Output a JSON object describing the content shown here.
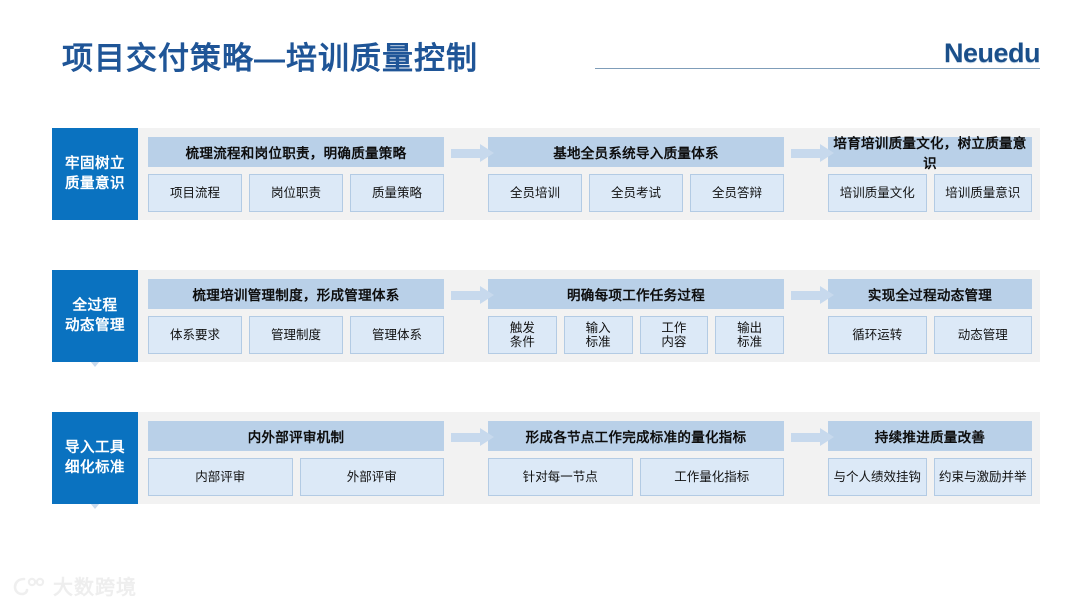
{
  "header": {
    "title": "项目交付策略—培训质量控制",
    "brand": "Neuedu"
  },
  "watermark": {
    "text": "大数跨境",
    "icon": "loop-logo-icon"
  },
  "colors": {
    "stage_blue": "#0a72c0",
    "group_header_blue": "#b9d0e8",
    "chip_blue": "#dce9f7",
    "chip_border": "#b3cbe4",
    "band_bg": "#f2f2f2",
    "title_blue": "#1f5597",
    "brand_blue": "#1a4f8a",
    "arrow_blue": "#c7d9ed"
  },
  "rows": [
    {
      "stage_line1": "牢固树立",
      "stage_line2": "质量意识",
      "groups": [
        {
          "header": "梳理流程和岗位职责，明确质量策略",
          "chips": [
            {
              "l1": "项目流程",
              "l2": ""
            },
            {
              "l1": "岗位职责",
              "l2": ""
            },
            {
              "l1": "质量策略",
              "l2": ""
            }
          ]
        },
        {
          "header": "基地全员系统导入质量体系",
          "chips": [
            {
              "l1": "全员培训",
              "l2": ""
            },
            {
              "l1": "全员考试",
              "l2": ""
            },
            {
              "l1": "全员答辩",
              "l2": ""
            }
          ]
        },
        {
          "header": "培育培训质量文化，树立质量意识",
          "chips": [
            {
              "l1": "培训质量文化",
              "l2": ""
            },
            {
              "l1": "培训质量意识",
              "l2": ""
            }
          ]
        }
      ]
    },
    {
      "stage_line1": "全过程",
      "stage_line2": "动态管理",
      "groups": [
        {
          "header": "梳理培训管理制度，形成管理体系",
          "chips": [
            {
              "l1": "体系要求",
              "l2": ""
            },
            {
              "l1": "管理制度",
              "l2": ""
            },
            {
              "l1": "管理体系",
              "l2": ""
            }
          ]
        },
        {
          "header": "明确每项工作任务过程",
          "chips": [
            {
              "l1": "触发",
              "l2": "条件"
            },
            {
              "l1": "输入",
              "l2": "标准"
            },
            {
              "l1": "工作",
              "l2": "内容"
            },
            {
              "l1": "输出",
              "l2": "标准"
            }
          ]
        },
        {
          "header": "实现全过程动态管理",
          "chips": [
            {
              "l1": "循环运转",
              "l2": ""
            },
            {
              "l1": "动态管理",
              "l2": ""
            }
          ]
        }
      ]
    },
    {
      "stage_line1": "导入工具",
      "stage_line2": "细化标准",
      "groups": [
        {
          "header": "内外部评审机制",
          "chips": [
            {
              "l1": "内部评审",
              "l2": ""
            },
            {
              "l1": "外部评审",
              "l2": ""
            }
          ]
        },
        {
          "header": "形成各节点工作完成标准的量化指标",
          "chips": [
            {
              "l1": "针对每一节点",
              "l2": ""
            },
            {
              "l1": "工作量化指标",
              "l2": ""
            }
          ]
        },
        {
          "header": "持续推进质量改善",
          "chips": [
            {
              "l1": "与个人绩效挂钩",
              "l2": ""
            },
            {
              "l1": "约束与激励并举",
              "l2": ""
            }
          ]
        }
      ]
    }
  ]
}
